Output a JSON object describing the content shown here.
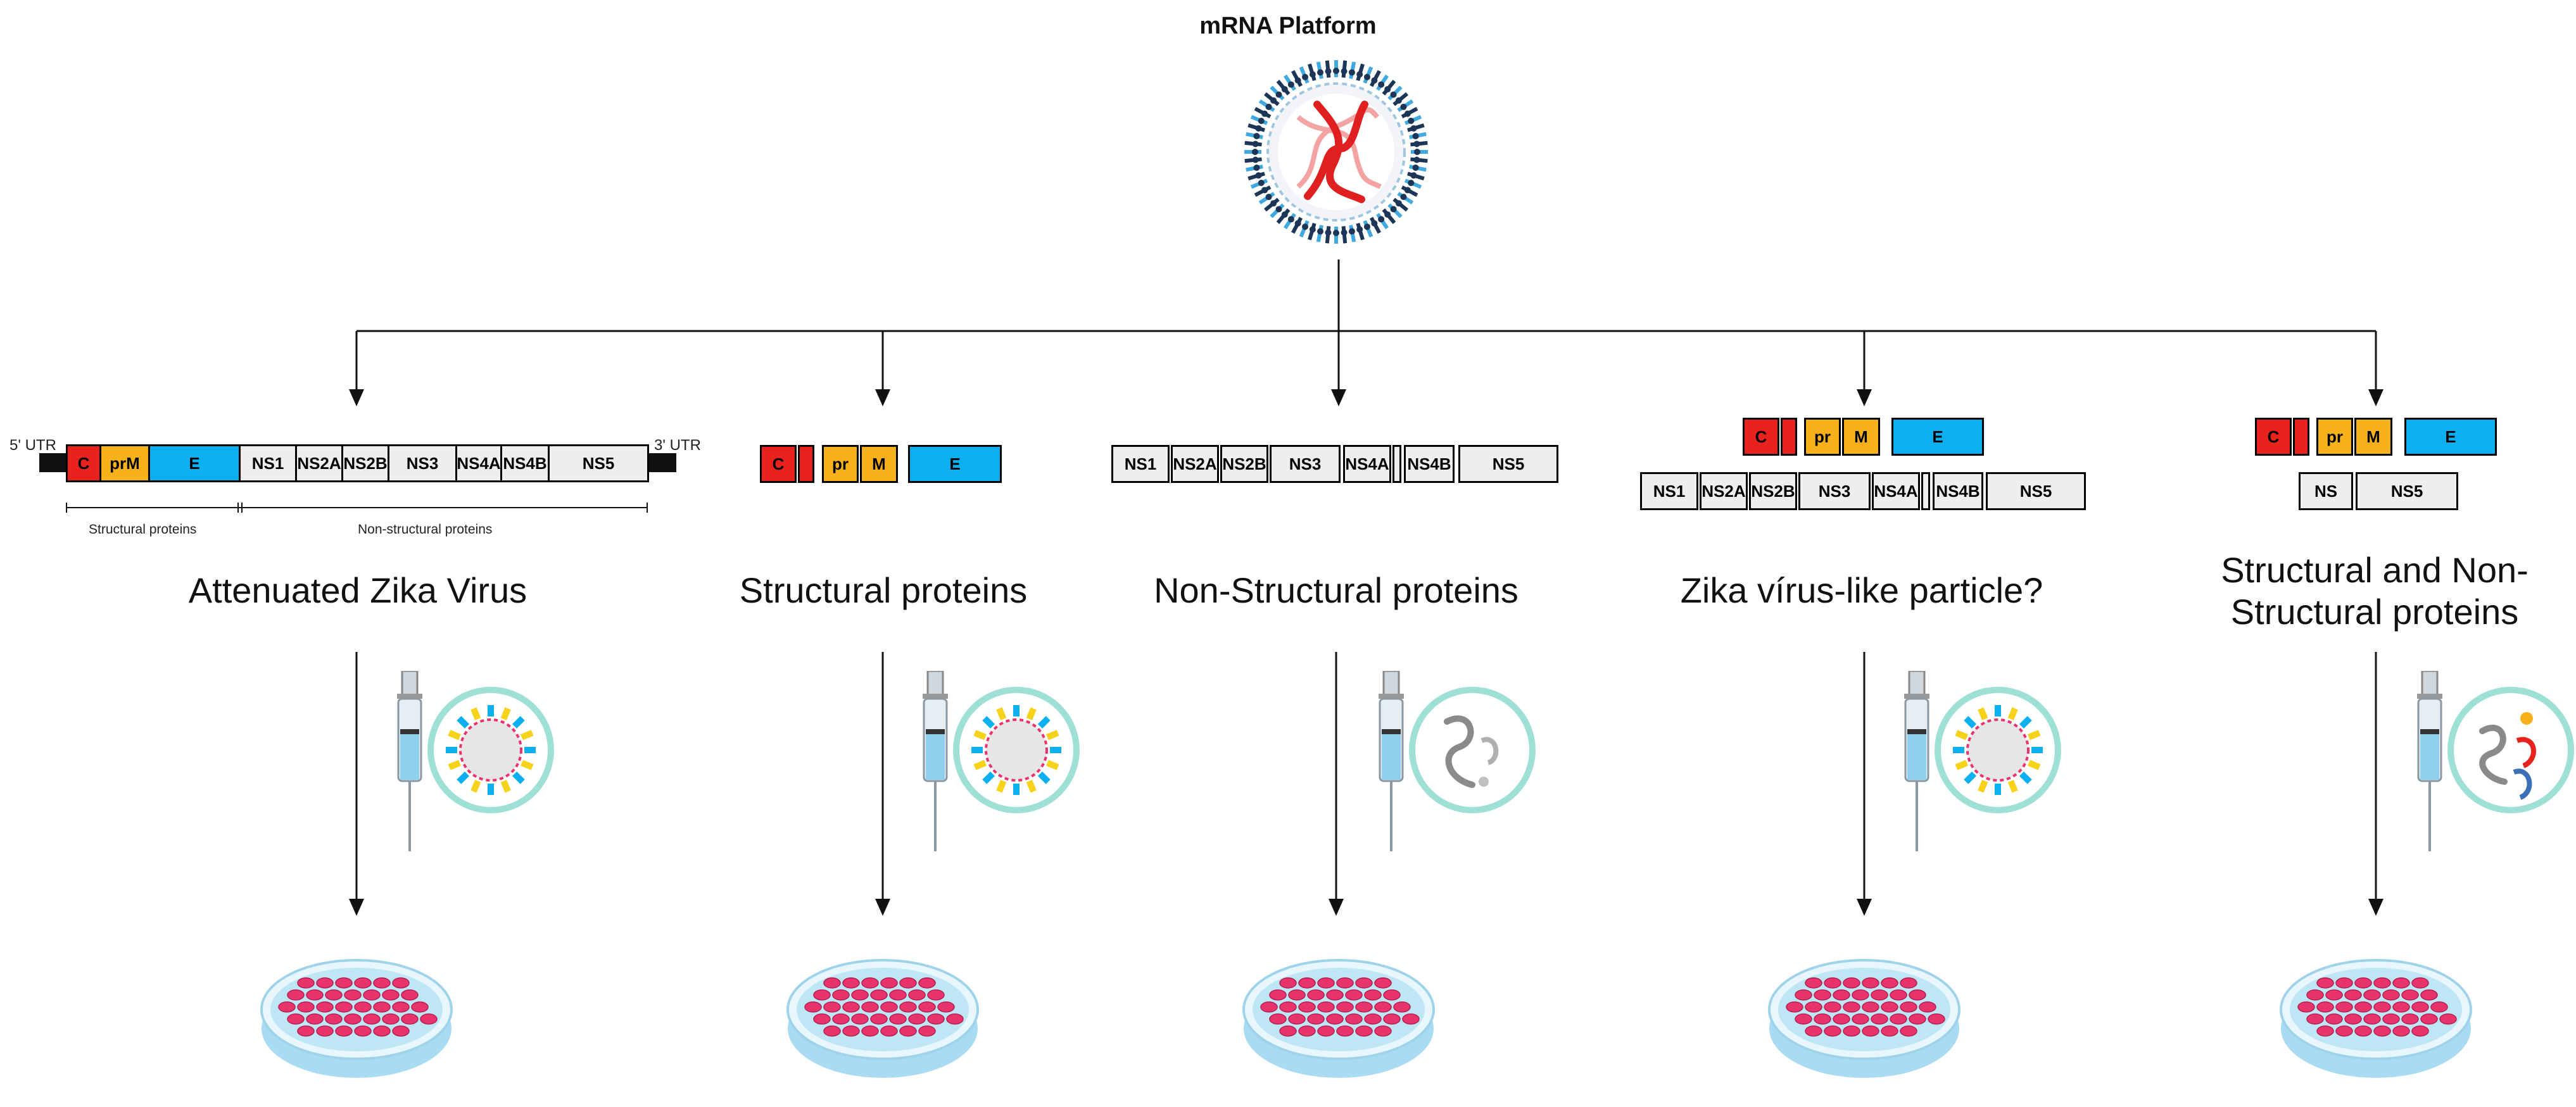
{
  "title": "mRNA Platform",
  "utr": {
    "left": "5' UTR",
    "right": "3' UTR"
  },
  "brackets": {
    "structural": "Structural proteins",
    "nonstructural": "Non-structural proteins"
  },
  "columns": [
    {
      "caption": "Attenuated Zika Virus",
      "genes": [
        "C",
        "prM",
        "E",
        "NS1",
        "NS2A",
        "NS2B",
        "NS3",
        "NS4A",
        "NS4B",
        "NS5"
      ]
    },
    {
      "caption": "Structural proteins",
      "genes": [
        "C",
        "",
        "pr",
        "M",
        "E"
      ]
    },
    {
      "caption": "Non-Structural proteins",
      "genes": [
        "NS1",
        "NS2A",
        "NS2B",
        "NS3",
        "NS4A",
        "",
        "NS4B",
        "NS5"
      ]
    },
    {
      "caption": "Zika vírus-like particle?",
      "genes_top": [
        "C",
        "",
        "pr",
        "M",
        "E"
      ],
      "genes_bottom": [
        "NS1",
        "NS2A",
        "NS2B",
        "NS3",
        "NS4A",
        "",
        "NS4B",
        "NS5"
      ]
    },
    {
      "caption_line1": "Structural and Non-",
      "caption_line2": "Structural proteins",
      "genes_top": [
        "C",
        "",
        "pr",
        "M",
        "E"
      ],
      "genes_bottom": [
        "NS",
        "NS5"
      ]
    }
  ],
  "colors": {
    "capsid": "#e8221c",
    "prm": "#f7b21b",
    "envelope": "#0cb0f0",
    "nonstructural": "#eeeeee",
    "cells": "#e8336b",
    "dish": "#bfe6f5"
  }
}
